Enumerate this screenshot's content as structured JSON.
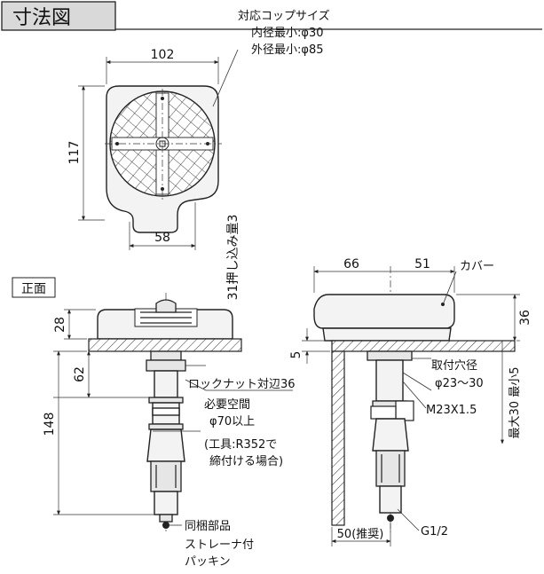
{
  "title": "寸法図",
  "top_view": {
    "cup_note": [
      "対応コップサイズ",
      "内径最小:φ30",
      "外径最小:φ85"
    ],
    "width_label": "102",
    "height_label": "117",
    "bottom_label": "58"
  },
  "press_label": "31押し込み量3",
  "front_view": {
    "label": "正面",
    "dim_28": "28",
    "dim_62": "62",
    "dim_148": "148",
    "locknut": "ロックナット対辺36",
    "space": [
      "必要空間",
      "φ70以上"
    ],
    "tool": [
      "(工具:R352で",
      "締付ける場合)"
    ],
    "parts": [
      "同梱部品",
      "ストレーナ付",
      "パッキン"
    ]
  },
  "side_view": {
    "dim_66": "66",
    "dim_51": "51",
    "cover": "カバー",
    "dim_36": "36",
    "dim_5": "5",
    "hole": [
      "取付穴径",
      "φ23〜30"
    ],
    "thread": "M23X1.5",
    "thickness": "最大30 最小5",
    "dim_50": "50(推奨)",
    "pipe": "G1/2"
  }
}
